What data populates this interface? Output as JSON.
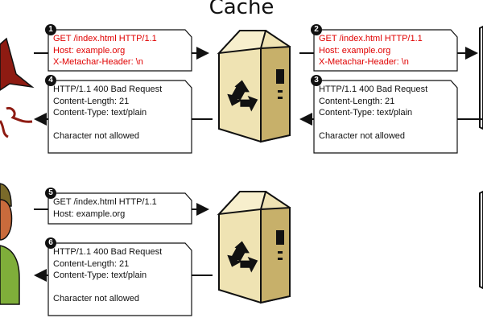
{
  "title": "Cache",
  "messages": {
    "m1": {
      "step": "1",
      "lines": [
        "GET /index.html HTTP/1.1",
        "Host: example.org",
        "X-Metachar-Header: \\n"
      ]
    },
    "m2": {
      "step": "2",
      "lines": [
        "GET /index.html HTTP/1.1",
        "Host: example.org",
        "X-Metachar-Header: \\n"
      ]
    },
    "m3": {
      "step": "3",
      "lines": [
        "HTTP/1.1 400 Bad Request",
        "Content-Length: 21",
        "Content-Type: text/plain",
        "",
        "Character not allowed"
      ]
    },
    "m4": {
      "step": "4",
      "lines": [
        "HTTP/1.1 400 Bad Request",
        "Content-Length: 21",
        "Content-Type: text/plain",
        "",
        "Character not allowed"
      ]
    },
    "m5": {
      "step": "5",
      "lines": [
        "GET /index.html HTTP/1.1",
        "Host: example.org"
      ]
    },
    "m6": {
      "step": "6",
      "lines": [
        "HTTP/1.1 400 Bad Request",
        "Content-Length: 21",
        "Content-Type: text/plain",
        "",
        "Character not allowed"
      ]
    }
  },
  "colors": {
    "attack_text": "#e00000",
    "normal_text": "#111111",
    "server_body": "#f1e6b8",
    "server_side": "#b7a15a",
    "attacker": "#8e1b12",
    "victim_face": "#c96b3c",
    "victim_shirt": "#7fae3a"
  },
  "icons": {
    "attacker": "attacker-devil-icon",
    "victim": "victim-person-icon",
    "cache": "cache-server-icon",
    "origin": "origin-server-icon",
    "recycle": "recycle-icon"
  }
}
